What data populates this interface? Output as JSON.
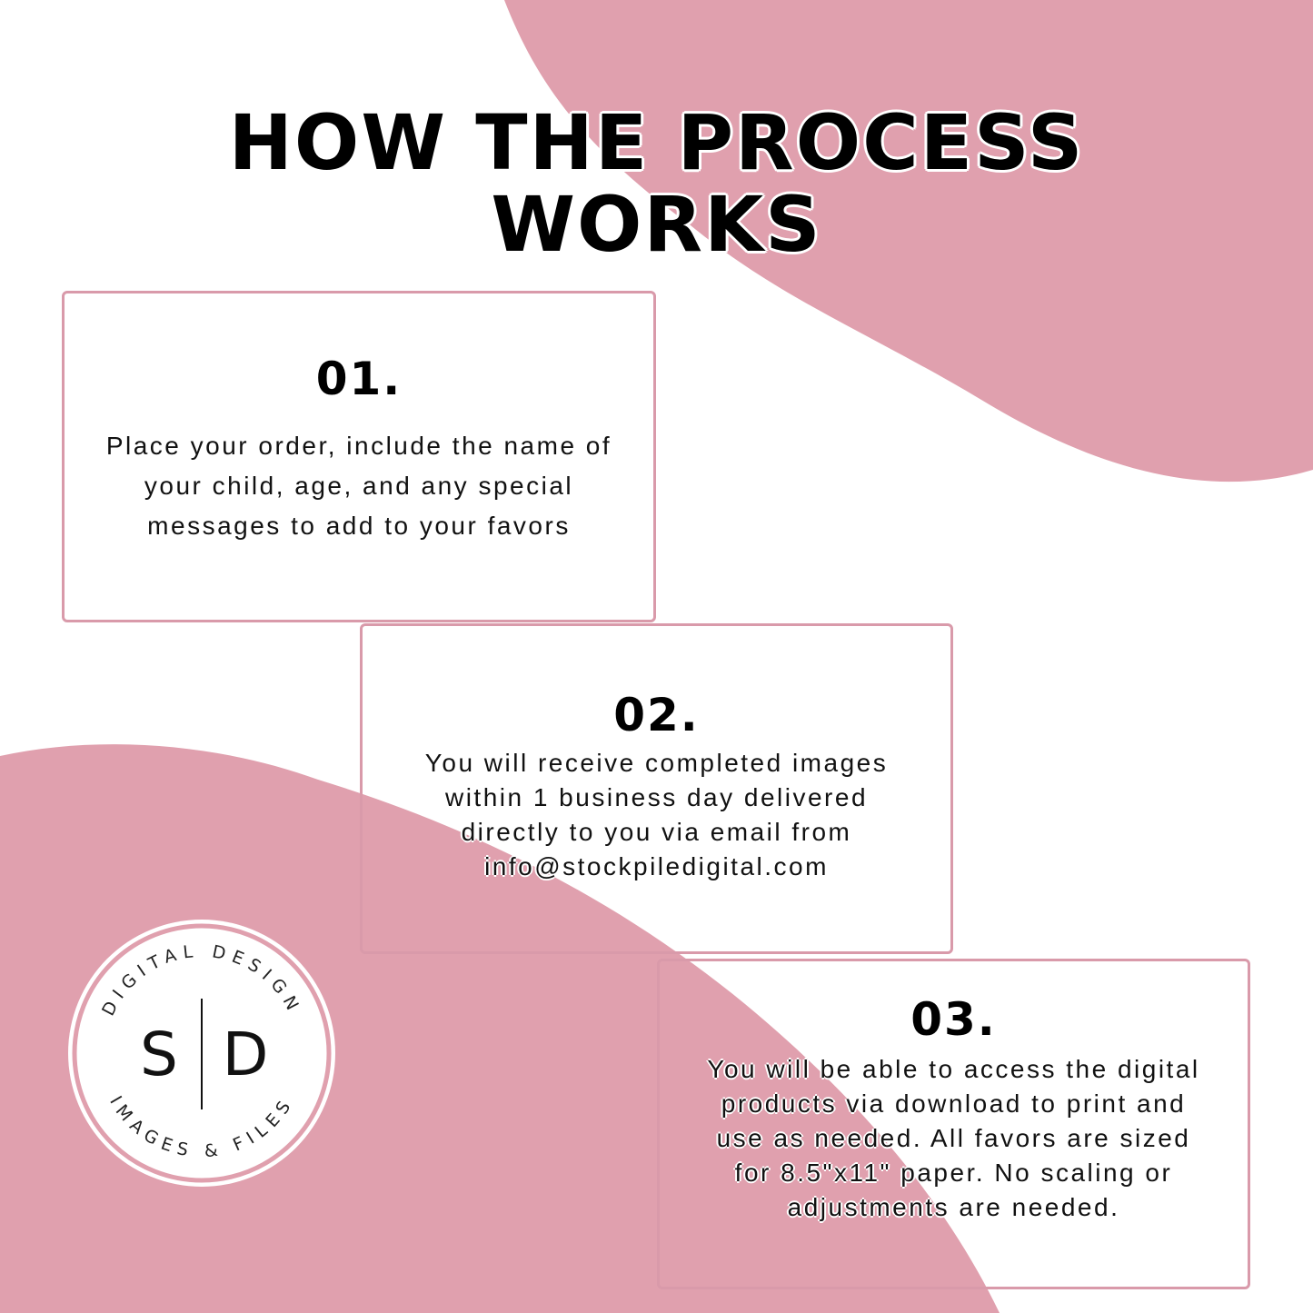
{
  "colors": {
    "accent": "#e0a0ae",
    "border": "#d99aaa",
    "text": "#000000",
    "background": "#ffffff"
  },
  "headline": {
    "line1": "HOW THE PROCESS",
    "line2": "WORKS"
  },
  "steps": [
    {
      "number": "01.",
      "text": "Place your order, include the name of your child, age, and any special messages to add to your favors"
    },
    {
      "number": "02.",
      "text": "You will receive completed images within 1 business day delivered directly to you via email from info@stockpiledigital.com"
    },
    {
      "number": "03.",
      "text": "You will be able to access the digital products via download to print and use as needed. All favors are sized for 8.5\"x11\" paper. No scaling or adjustments are needed."
    }
  ],
  "logo": {
    "monogram_left": "S",
    "monogram_right": "D",
    "ring_top": "DIGITAL DESIGN",
    "ring_bottom": "IMAGES & FILES"
  }
}
